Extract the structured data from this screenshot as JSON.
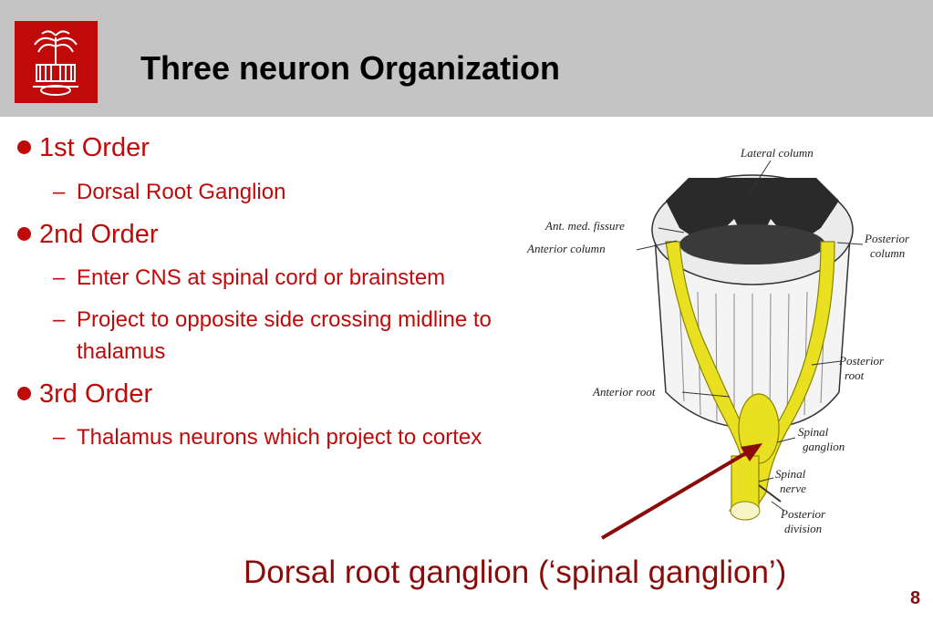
{
  "slide": {
    "title": "Three neuron Organization",
    "page_number": "8",
    "logo": {
      "icon": "university-seal-logo",
      "color": "#c00a0a"
    }
  },
  "bullets": [
    {
      "label": "1st Order",
      "subs": [
        "Dorsal Root Ganglion"
      ]
    },
    {
      "label": "2nd Order",
      "subs": [
        "Enter CNS at spinal cord or brainstem",
        "Project to opposite side crossing midline to thalamus"
      ]
    },
    {
      "label": "3rd Order",
      "subs": [
        "Thalamus neurons which project to cortex"
      ]
    }
  ],
  "figure": {
    "labels": {
      "lateral_column": "Lateral column",
      "ant_med_fissure": "Ant. med. fissure",
      "anterior_column": "Anterior column",
      "posterior_column_1": "Posterior",
      "posterior_column_2": "column",
      "posterior_root_1": "Posterior",
      "posterior_root_2": "root",
      "anterior_root": "Anterior root",
      "spinal_ganglion_1": "Spinal",
      "spinal_ganglion_2": "ganglion",
      "spinal_nerve_1": "Spinal",
      "spinal_nerve_2": "nerve",
      "posterior_division_1": "Posterior",
      "posterior_division_2": "division"
    }
  },
  "caption": "Dorsal root ganglion (‘spinal ganglion’)",
  "colors": {
    "header_bg": "#c4c4c4",
    "bullet_text": "#c00a0a",
    "caption": "#8b0a0a",
    "nerve_yellow": "#e8e020"
  }
}
